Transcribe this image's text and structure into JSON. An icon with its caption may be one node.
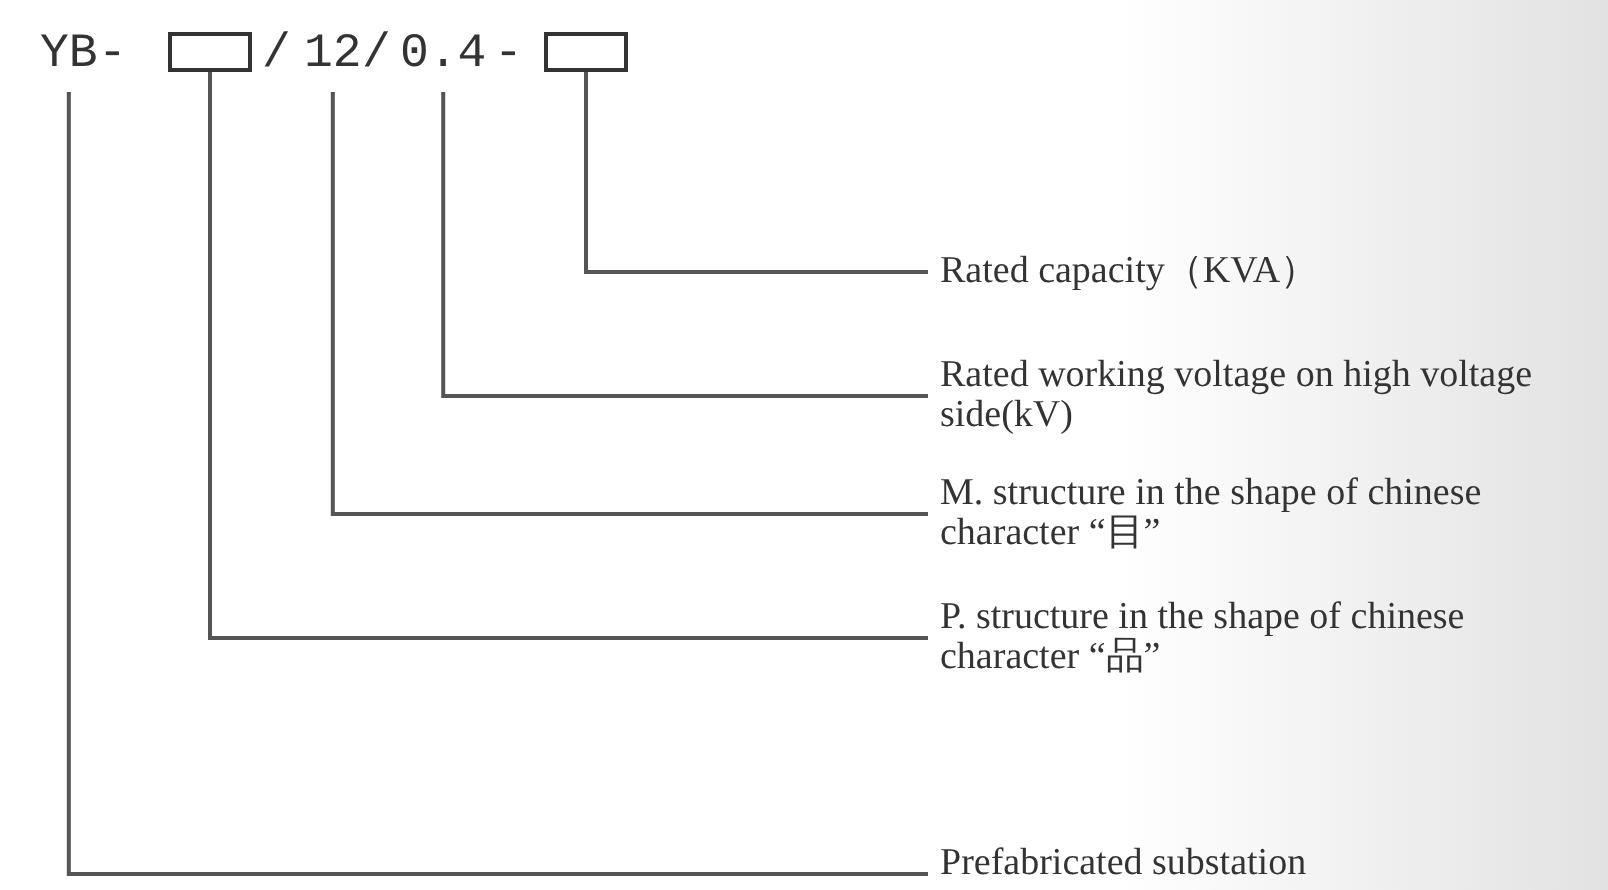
{
  "diagram": {
    "nodes": [
      {
        "text": [
          "YB"
        ]
      },
      {
        "text": [],
        "shape": "box"
      },
      {
        "text": [
          "12"
        ]
      },
      {
        "text": [
          "0.4"
        ]
      },
      {
        "text": [],
        "shape": "box"
      },
      {
        "text": [
          "Rated capacity（KVA）"
        ]
      },
      {
        "text": [
          "Rated working voltage on high voltage side(kV)"
        ]
      },
      {
        "text": [
          "M. structure in the shape of chinese character “目”"
        ]
      },
      {
        "text": [
          "P. structure in the shape of chinese character “品”"
        ]
      },
      {
        "text": [
          "Prefabricated substation"
        ]
      }
    ],
    "edges": [
      {
        "from": 5,
        "to": 4,
        "arrow": "none"
      },
      {
        "from": 6,
        "to": 3,
        "arrow": "none"
      },
      {
        "from": 7,
        "to": 2,
        "arrow": "none"
      },
      {
        "from": 8,
        "to": 1,
        "arrow": "none"
      },
      {
        "from": 9,
        "to": 0,
        "arrow": "none"
      }
    ],
    "labels": [
      "-",
      "/",
      "/",
      "-"
    ]
  }
}
